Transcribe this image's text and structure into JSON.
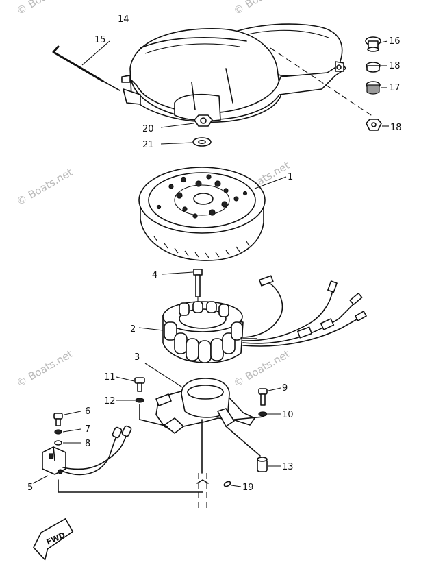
{
  "watermarks": [
    "© Boats.net",
    "© Boats.net",
    "© Boats.net",
    "© Boats.net",
    "© Boats.net",
    "© Boats.net"
  ],
  "parts": {
    "p1": "1",
    "p2": "2",
    "p3": "3",
    "p4": "4",
    "p5": "5",
    "p6": "6",
    "p7": "7",
    "p8": "8",
    "p9": "9",
    "p10": "10",
    "p11": "11",
    "p12": "12",
    "p13": "13",
    "p14": "14",
    "p15": "15",
    "p16": "16",
    "p17": "17",
    "p18a": "18",
    "p18b": "18",
    "p19": "19",
    "p20": "20",
    "p21": "21"
  },
  "fwd_label": "FWD"
}
